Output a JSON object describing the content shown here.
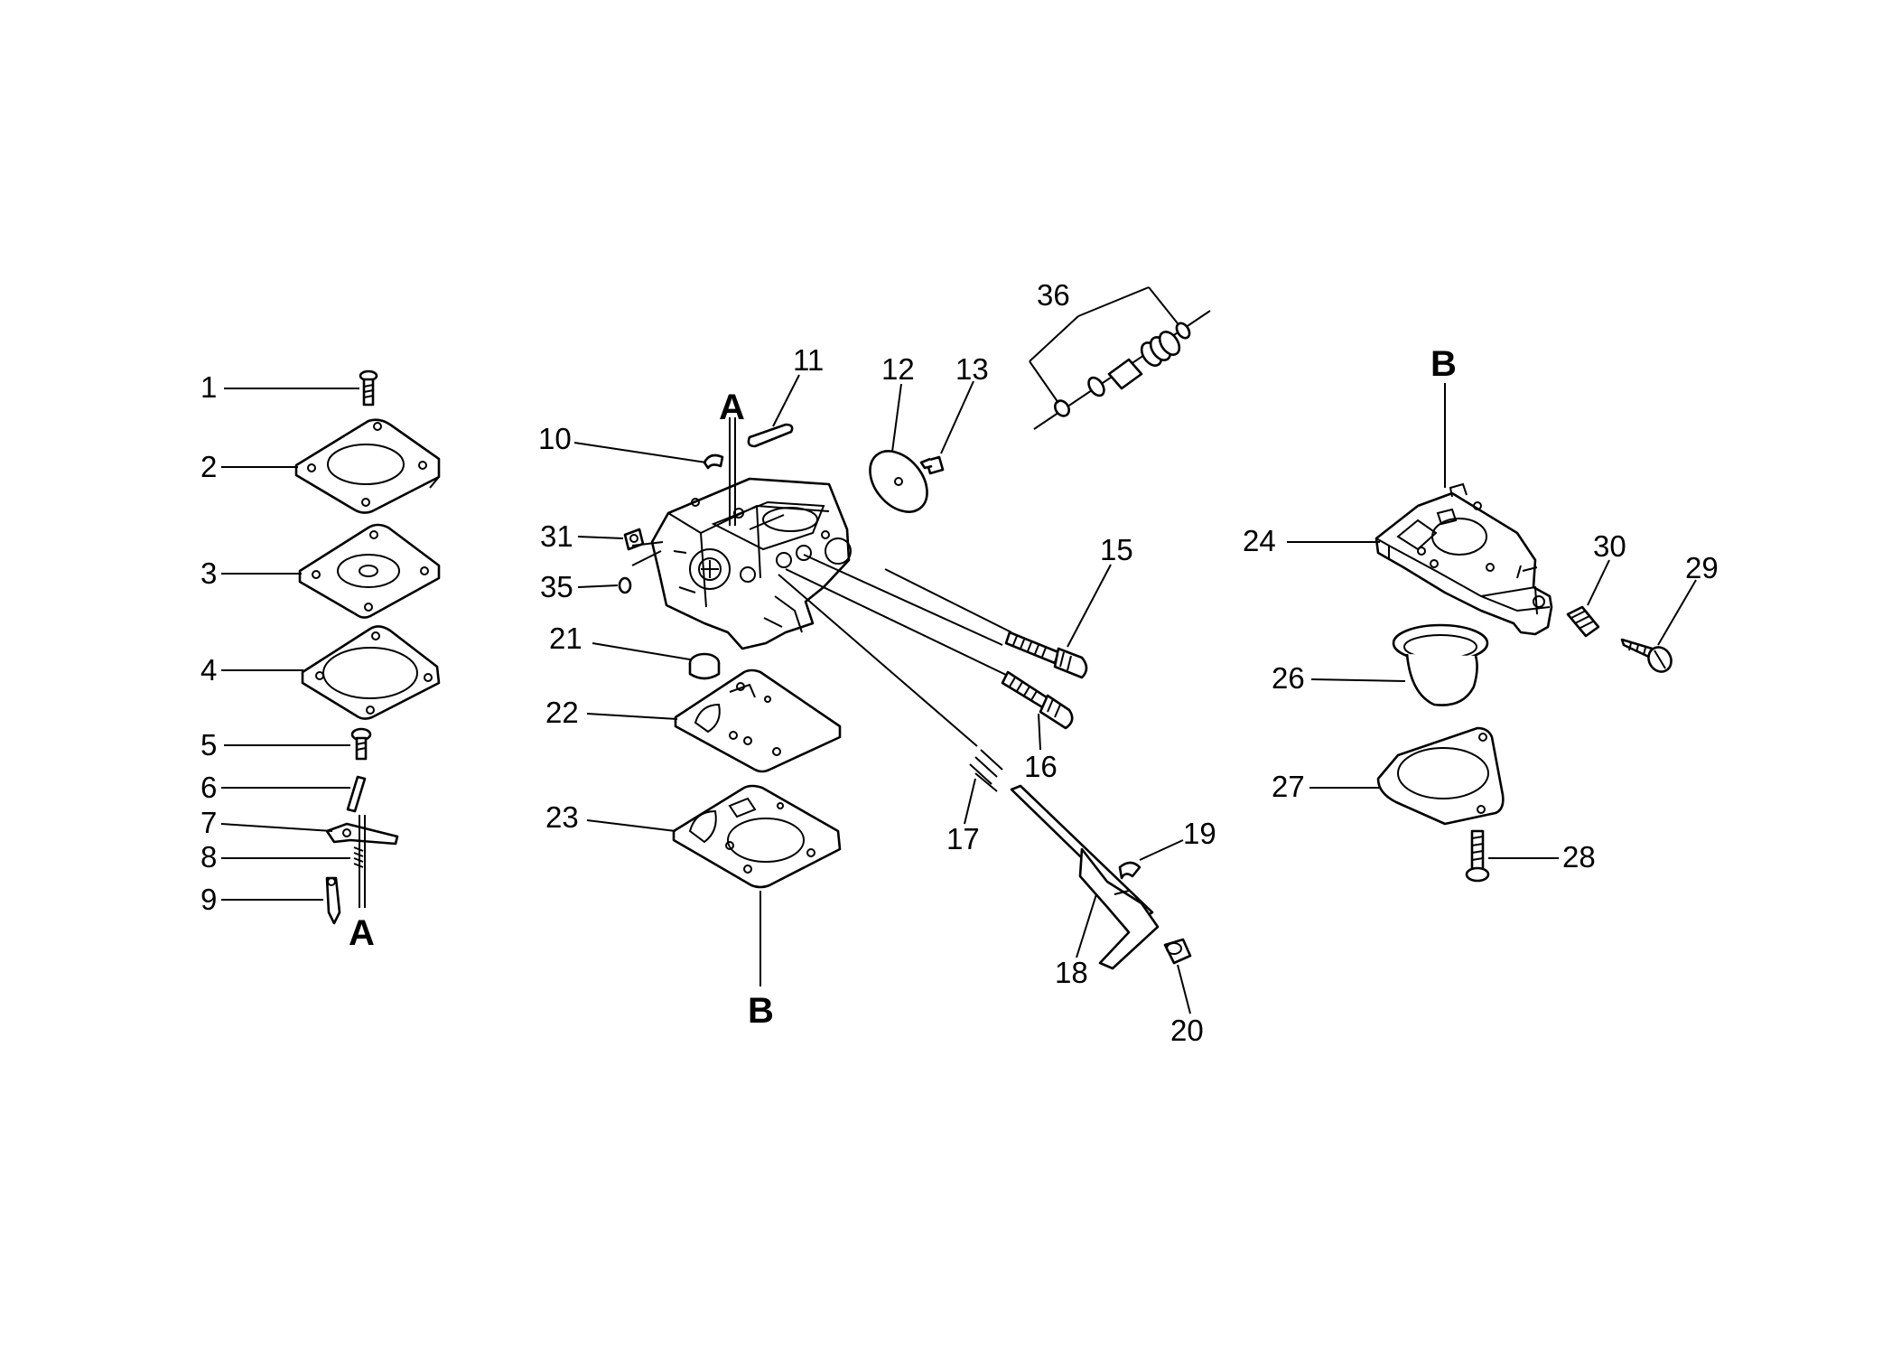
{
  "callouts": {
    "c1": "1",
    "c2": "2",
    "c3": "3",
    "c4": "4",
    "c5": "5",
    "c6": "6",
    "c7": "7",
    "c8": "8",
    "c9": "9",
    "c10": "10",
    "c11": "11",
    "c12": "12",
    "c13": "13",
    "c15": "15",
    "c16": "16",
    "c17": "17",
    "c18": "18",
    "c19": "19",
    "c20": "20",
    "c21": "21",
    "c22": "22",
    "c23": "23",
    "c24": "24",
    "c26": "26",
    "c27": "27",
    "c28": "28",
    "c29": "29",
    "c30": "30",
    "c31": "31",
    "c35": "35",
    "c36": "36"
  },
  "references": {
    "a_top": "A",
    "a_bottom": "A",
    "b_top": "B",
    "b_bottom": "B"
  }
}
